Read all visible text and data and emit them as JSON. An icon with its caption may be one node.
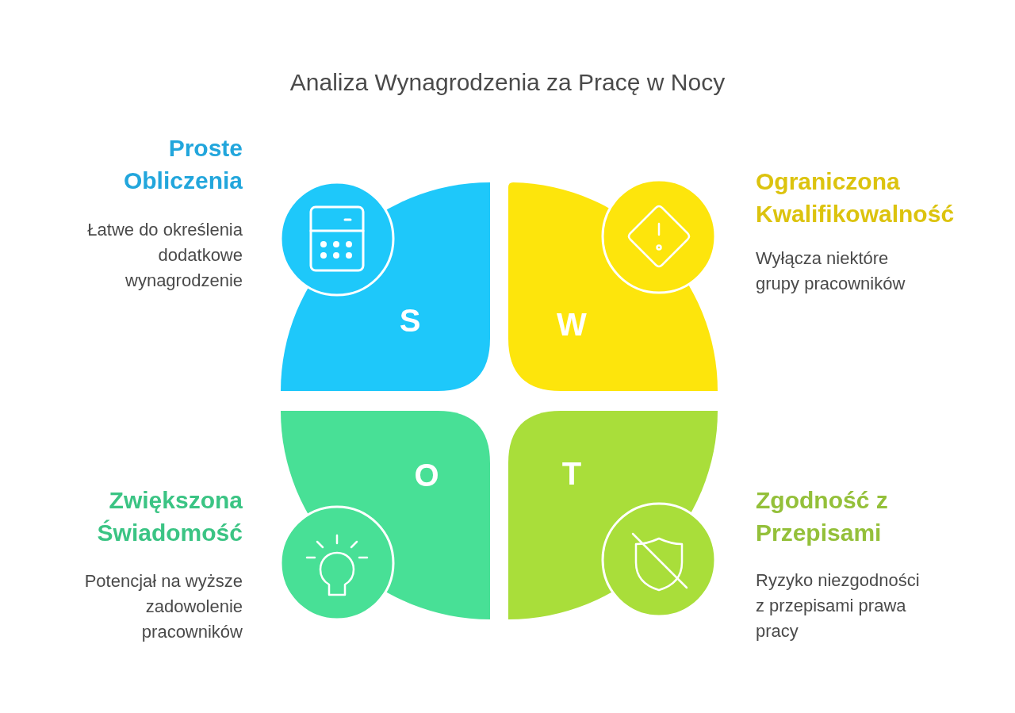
{
  "diagram": {
    "title": "Analiza Wynagrodzenia za Pracę w Nocy",
    "nodes": [
      {
        "text": [
          "S"
        ],
        "beside": [
          "Proste Obliczenia",
          "Łatwe do określenia dodatkowe wynagrodzenie"
        ]
      },
      {
        "text": [
          "W"
        ],
        "beside": [
          "Ograniczona Kwalifikowalność",
          "Wyłącza niektóre grupy pracowników"
        ]
      },
      {
        "text": [
          "O"
        ],
        "beside": [
          "Zwiększona Świadomość",
          "Potencjał na wyższe zadowolenie pracowników"
        ]
      },
      {
        "text": [
          "T"
        ],
        "beside": [
          "Zgodność z Przepisami",
          "Ryzyko niezgodności z przepisami prawa pracy"
        ]
      }
    ]
  }
}
